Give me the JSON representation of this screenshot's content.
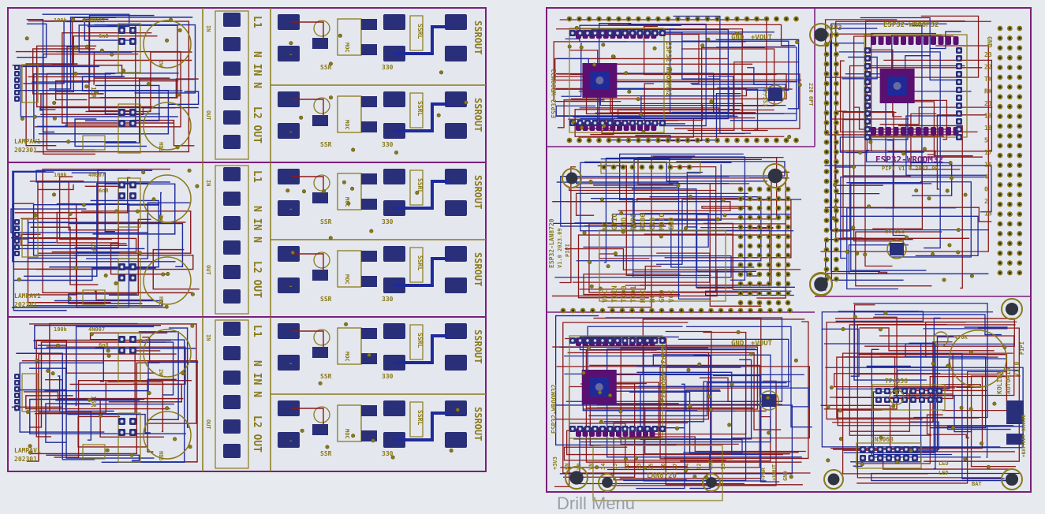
{
  "palette": {
    "background": "#e7eaef",
    "board_outline": "#7a1f7a",
    "silkscreen": "#8a7a18",
    "copper_top": "#8b1a1a",
    "copper_bottom": "#1f2a9a",
    "pad": "#2a2f7a",
    "via": "#8a7a18",
    "esp_module": "#5a1070"
  },
  "left_panel": {
    "subboards": [
      {
        "board_label": "LAMPAV1",
        "board_rev": "202301",
        "terminal_labels": [
          "L1",
          "N",
          "IN",
          "N",
          "L2",
          "OUT",
          "L1"
        ],
        "module_labels": [
          "SSR",
          "MOC",
          "330",
          "SSRL",
          "SSROUT",
          "100k",
          "4N007",
          "6n8",
          "15R",
          "2W",
          "HDS"
        ],
        "side_labels": [
          "L1",
          "-",
          "+",
          "-",
          "+",
          "N",
          "IN",
          "L2",
          "OUT"
        ]
      },
      {
        "board_label": "LAMPAV1",
        "board_rev": "202301",
        "terminal_labels": [
          "L1",
          "N",
          "IN",
          "N",
          "L2",
          "OUT",
          "L1"
        ],
        "module_labels": [
          "SSR",
          "MOC",
          "330",
          "SSRL",
          "SSROUT",
          "100k",
          "4N007",
          "6n8",
          "15R",
          "2W",
          "HDS"
        ],
        "side_labels": [
          "L1",
          "-",
          "+",
          "-",
          "+",
          "N",
          "IN",
          "L2",
          "OUT"
        ]
      },
      {
        "board_label": "LAMPAV1",
        "board_rev": "202301",
        "terminal_labels": [
          "L1",
          "N",
          "IN",
          "N",
          "L2",
          "OUT",
          "L1"
        ],
        "module_labels": [
          "SSR",
          "MOC",
          "330",
          "SSRL",
          "SSROUT",
          "100k",
          "4N007",
          "6n8",
          "15R",
          "2W",
          "HDS"
        ],
        "side_labels": [
          "L1",
          "-",
          "+",
          "-",
          "+",
          "N",
          "IN",
          "L2",
          "OUT"
        ]
      }
    ]
  },
  "right_panel": {
    "top_left": {
      "module": "ESP32-WROOM32",
      "side_label": "ESP32-WROOM32",
      "side_rev": "PIPI",
      "pins": [
        "GND",
        "+VOUT"
      ],
      "labels": [
        "HY/3S3",
        "220 0PT",
        "10K"
      ]
    },
    "top_right": {
      "module": "ESP32-WROOM32",
      "module_rev": "PIPI V1.0 2023.09",
      "power_label": "+3V3",
      "ground_label": "GND",
      "labels": [
        "HY/3S3",
        "1 pipi"
      ],
      "pin_numbers": [
        "23",
        "22",
        "TX",
        "RX",
        "21",
        "19",
        "18",
        "5",
        "17",
        "16",
        "4",
        "0",
        "2",
        "15"
      ]
    },
    "middle_left": {
      "module": "ESP32-LAN8720",
      "module_rev": "V1.0 2023.09",
      "module_tag": "PIPI",
      "signals": [
        "NC",
        "GPIO",
        "GND",
        "RXD1",
        "RXD0",
        "CRS",
        "MDIO",
        "GND",
        "VCC",
        "TXEN",
        "TXD0",
        "TXD1",
        "MDC",
        "NC",
        "GND",
        "VCC"
      ]
    },
    "bottom_left": {
      "module": "ESP32-WROOM32",
      "pins": [
        "GND",
        "+VOUT"
      ],
      "labels": [
        "LAN8720",
        "+PWR",
        "+VOUT",
        "GND",
        "TXD",
        "RXD",
        "CRS",
        "PIPI"
      ],
      "header_pins": [
        "+3V3",
        "EN",
        "VP",
        "VN",
        "34",
        "35",
        "32",
        "33",
        "25",
        "26",
        "27",
        "14",
        "12",
        "GND",
        "13"
      ]
    },
    "bottom_right": {
      "title": "KOLIZA",
      "subtitle": "AUTOPIA",
      "revision": "V1.0",
      "tag": "PIPI",
      "part_labels": [
        "TVS",
        "470K",
        "LED",
        "LED",
        "BAT",
        "+BATTERY SENSOR",
        "CN3063",
        "HY/3S3",
        "TP4056"
      ]
    }
  },
  "status_text": "Drill Menu"
}
